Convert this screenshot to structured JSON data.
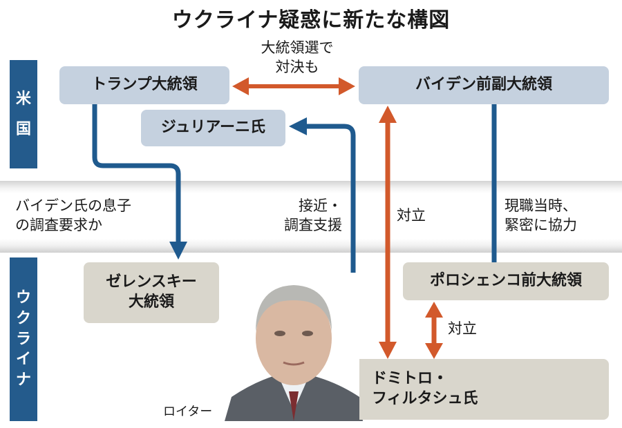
{
  "title": "ウクライナ疑惑に新たな構図",
  "regions": {
    "us": {
      "label": [
        "米",
        "国"
      ]
    },
    "ukraine": {
      "label": [
        "ウ",
        "ク",
        "ラ",
        "イ",
        "ナ"
      ]
    }
  },
  "nodes": {
    "trump": "トランプ大統領",
    "biden": "バイデン前副大統領",
    "giuliani": "ジュリアーニ氏",
    "zelensky": [
      "ゼレンスキー",
      "大統領"
    ],
    "poroshenko": "ポロシェンコ前大統領",
    "firtash": [
      "ドミトロ・",
      "フィルタシュ氏"
    ]
  },
  "edge_labels": {
    "election": [
      "大統領選で",
      "対決も"
    ],
    "probe_request": [
      "バイデン氏の息子",
      "の調査要求か"
    ],
    "approach": [
      "接近・",
      "調査支援"
    ],
    "conflict_biden": "対立",
    "cooperation": [
      "現職当時、",
      "緊密に協力"
    ],
    "conflict_poroshenko": "対立"
  },
  "photo_credit": "ロイター",
  "colors": {
    "blue_arrow": "#1f5a8e",
    "orange_arrow": "#d2592b",
    "us_box": "#c5d1df",
    "ua_box": "#d9d6cc",
    "sidebar": "#245b8c"
  }
}
